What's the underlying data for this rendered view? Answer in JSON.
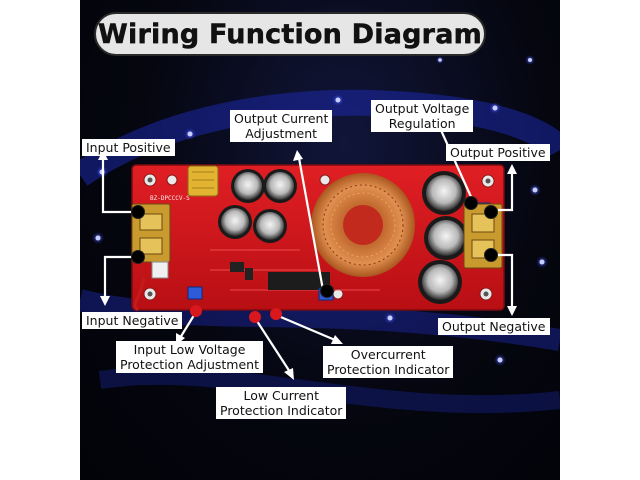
{
  "title": "Wiring Function Diagram",
  "board": {
    "silkscreen": "BZ-DPCCCV-S",
    "colors": {
      "board": "#d4161b",
      "terminal": "#c99a2e",
      "coil_copper": "#b86a2c",
      "led_strip": "#2a3cff"
    }
  },
  "labels": {
    "input_positive": "Input Positive",
    "input_negative": "Input Negative",
    "output_current_adjustment": [
      "Output Current",
      "Adjustment"
    ],
    "output_voltage_regulation": [
      "Output Voltage",
      "Regulation"
    ],
    "output_positive": "Output Positive",
    "output_negative": "Output Negative",
    "input_low_voltage_protection_adjustment": [
      "Input Low Voltage",
      "Protection Adjustment"
    ],
    "overcurrent_protection_indicator": [
      "Overcurrent",
      "Protection Indicator"
    ],
    "low_current_protection_indicator": [
      "Low Current",
      "Protection Indicator"
    ]
  }
}
